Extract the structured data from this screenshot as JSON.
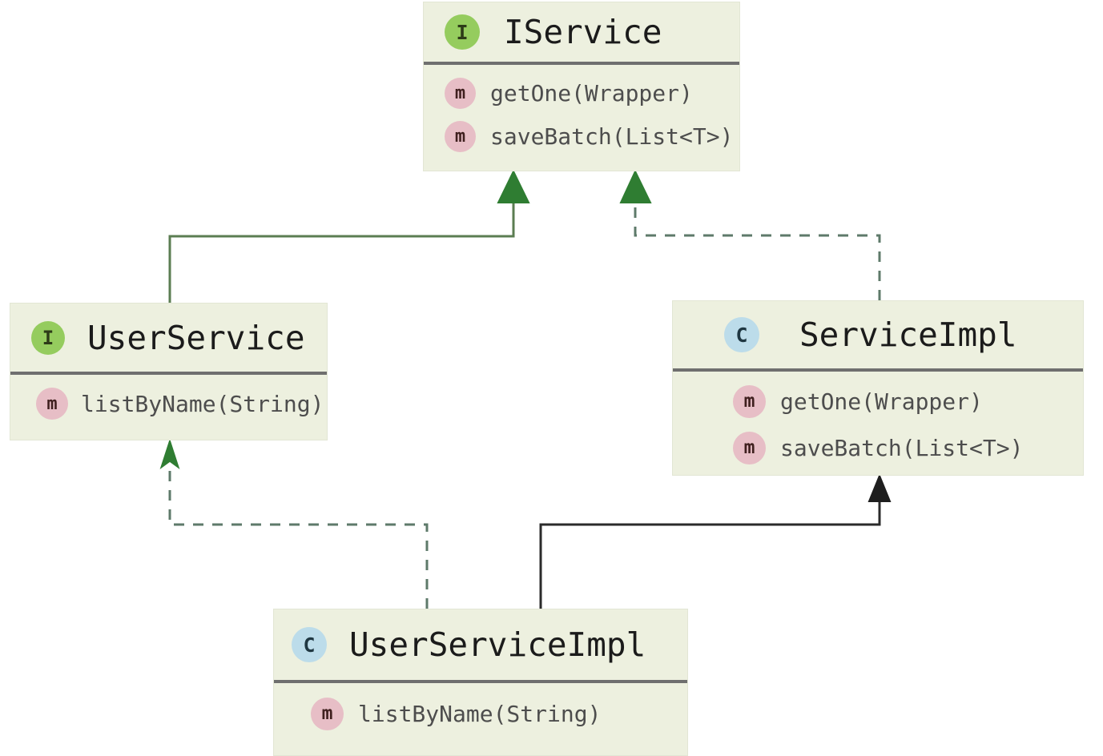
{
  "diagram": {
    "type": "uml-class-diagram",
    "background_color": "#ffffff",
    "box_fill_color": "#edf0df",
    "divider_color": "#6f6f6f",
    "interface_badge_color": "#95cc5e",
    "class_badge_color": "#bcdcea",
    "method_badge_color": "#e7bec6",
    "realization_arrow_color": "#2f7d32",
    "inheritance_arrow_color": "#2b2b2b"
  },
  "classes": {
    "iservice": {
      "name": "IService",
      "stereotype_icon": "interface-icon",
      "stereotype_letter": "I",
      "kind": "interface",
      "members": [
        {
          "icon": "method-icon",
          "letter": "m",
          "label": "getOne(Wrapper)"
        },
        {
          "icon": "method-icon",
          "letter": "m",
          "label": "saveBatch(List<T>)"
        }
      ]
    },
    "userservice": {
      "name": "UserService",
      "stereotype_icon": "interface-icon",
      "stereotype_letter": "I",
      "kind": "interface",
      "members": [
        {
          "icon": "method-icon",
          "letter": "m",
          "label": "listByName(String)"
        }
      ]
    },
    "serviceimpl": {
      "name": "ServiceImpl",
      "stereotype_icon": "class-icon",
      "stereotype_letter": "C",
      "kind": "class",
      "members": [
        {
          "icon": "method-icon",
          "letter": "m",
          "label": "getOne(Wrapper)"
        },
        {
          "icon": "method-icon",
          "letter": "m",
          "label": "saveBatch(List<T>)"
        }
      ]
    },
    "userserviceimpl": {
      "name": "UserServiceImpl",
      "stereotype_icon": "class-icon",
      "stereotype_letter": "C",
      "kind": "class",
      "members": [
        {
          "icon": "method-icon",
          "letter": "m",
          "label": "listByName(String)"
        }
      ]
    }
  },
  "relations": [
    {
      "id": "userservice-extends-iservice",
      "from": "UserService",
      "to": "IService",
      "style": "solid",
      "arrow": "hollow-triangle-filled-green",
      "color": "#5b7d52",
      "kind": "extends"
    },
    {
      "id": "serviceimpl-implements-iservice",
      "from": "ServiceImpl",
      "to": "IService",
      "style": "dashed",
      "arrow": "triangle-filled-green",
      "color": "#5e7a6a",
      "kind": "implements"
    },
    {
      "id": "userserviceimpl-implements-userservice",
      "from": "UserServiceImpl",
      "to": "UserService",
      "style": "dashed",
      "arrow": "arrow-green",
      "color": "#5e7a6a",
      "kind": "implements"
    },
    {
      "id": "userserviceimpl-extends-serviceimpl",
      "from": "UserServiceImpl",
      "to": "ServiceImpl",
      "style": "solid",
      "arrow": "triangle-filled-black",
      "color": "#2b2b2b",
      "kind": "extends"
    }
  ]
}
